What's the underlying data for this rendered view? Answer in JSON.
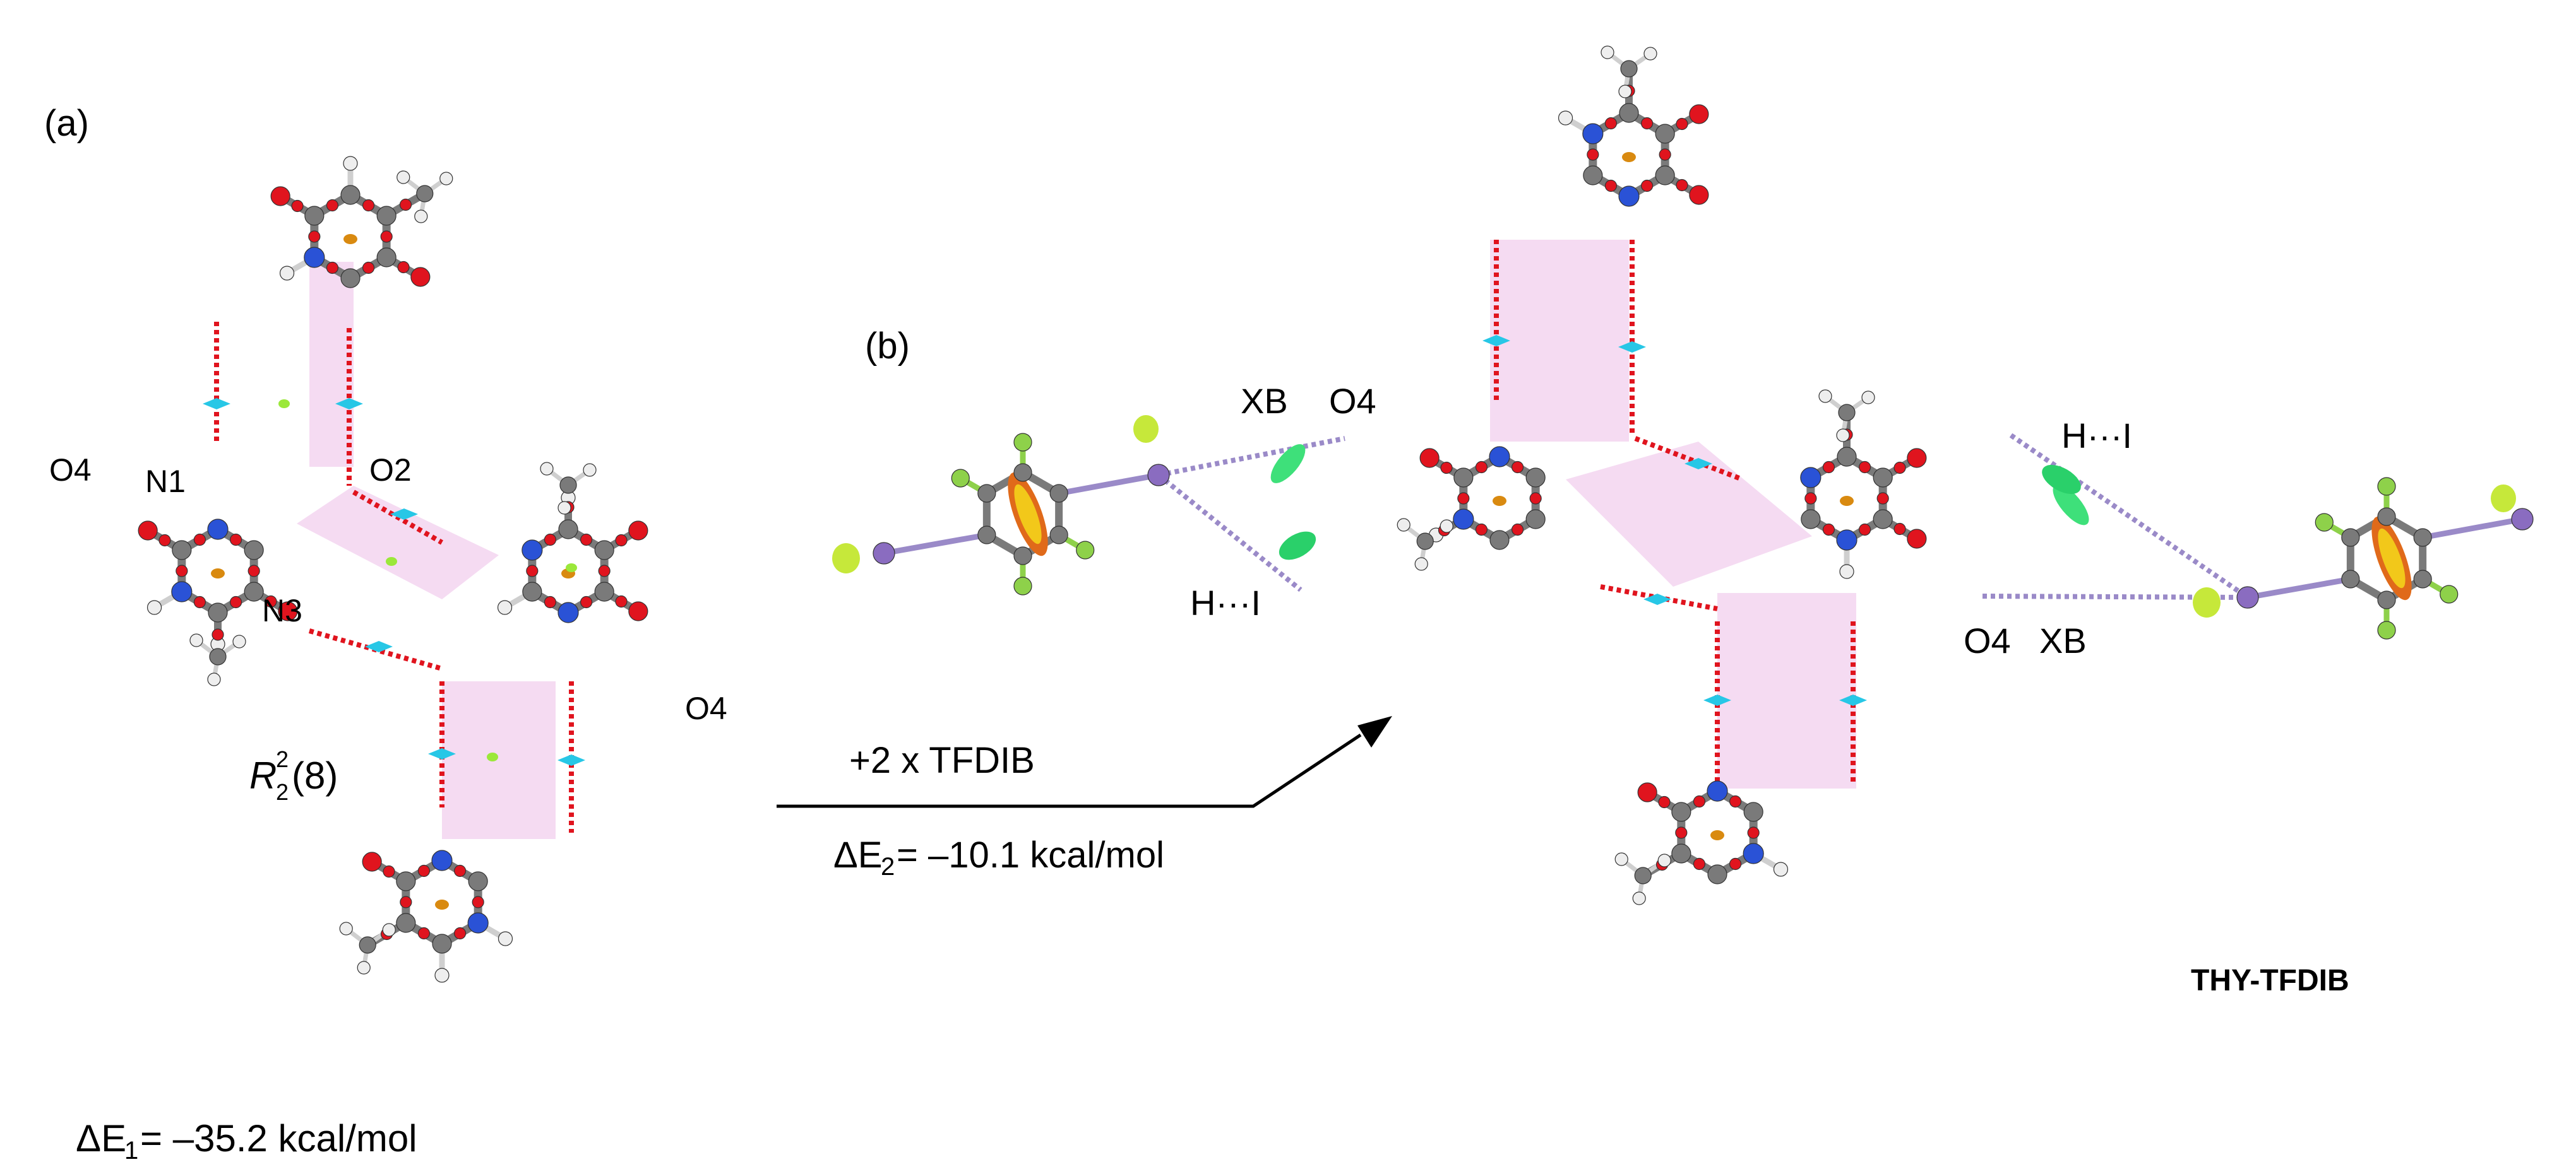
{
  "panel_a": {
    "tag": "(a)",
    "atom_labels": {
      "o4_left": "O4",
      "n1": "N1",
      "o2": "O2",
      "n3": "N3",
      "o4_right": "O4"
    },
    "motif": {
      "letter": "R",
      "sup": "2",
      "sub": "2",
      "ring": "(8)"
    },
    "energy": {
      "prefix": "ΔE",
      "index": "1",
      "value": " = –35.2 kcal/mol"
    }
  },
  "reaction": {
    "reagent": "+2 x TFDIB",
    "energy": {
      "prefix": "ΔE",
      "index": "2",
      "value": " = –10.1 kcal/mol"
    }
  },
  "panel_b": {
    "tag": "(b)",
    "labels": {
      "xb_left": "XB",
      "o4_left": "O4",
      "hi_left": "H···I",
      "hi_right": "H···I",
      "o4_right": "O4",
      "xb_right": "XB"
    },
    "compound": "THY-TFDIB"
  },
  "colors": {
    "carbon": "#7a7a7a",
    "oxygen": "#e0141e",
    "nitrogen": "#2a52d6",
    "hydrogen": "#eeeeee",
    "iodine": "#8a6cc0",
    "fluorine": "#8ed14a",
    "hbond": "#e0141e",
    "xbond": "#9a8ac8",
    "motif_fill": "#f5dbf2",
    "nci_cyan": "#27c7e6",
    "nci_green": "#3ee07a",
    "centroid": "#d98a10"
  }
}
